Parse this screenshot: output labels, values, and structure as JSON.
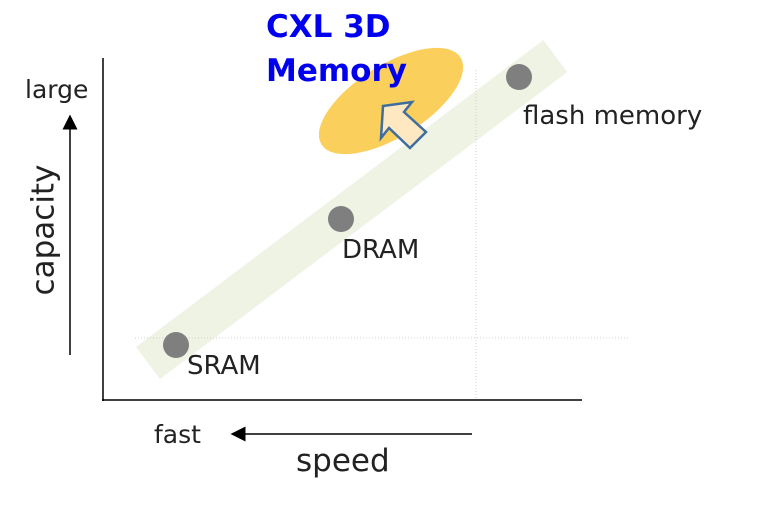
{
  "title": {
    "line1": "CXL 3D",
    "line2": "Memory"
  },
  "axes": {
    "y_label": "capacity",
    "y_end": "large",
    "x_label": "speed",
    "x_end": "fast"
  },
  "points": [
    {
      "label": "SRAM"
    },
    {
      "label": "DRAM"
    },
    {
      "label": "flash memory"
    }
  ],
  "colors": {
    "title": "#0000ee",
    "band": "#eef3e3",
    "ellipse": "#fbcf5c",
    "dot": "#7f7f7f",
    "arrow_stroke": "#3f6e9e",
    "arrow_fill": "#fde8c2"
  }
}
